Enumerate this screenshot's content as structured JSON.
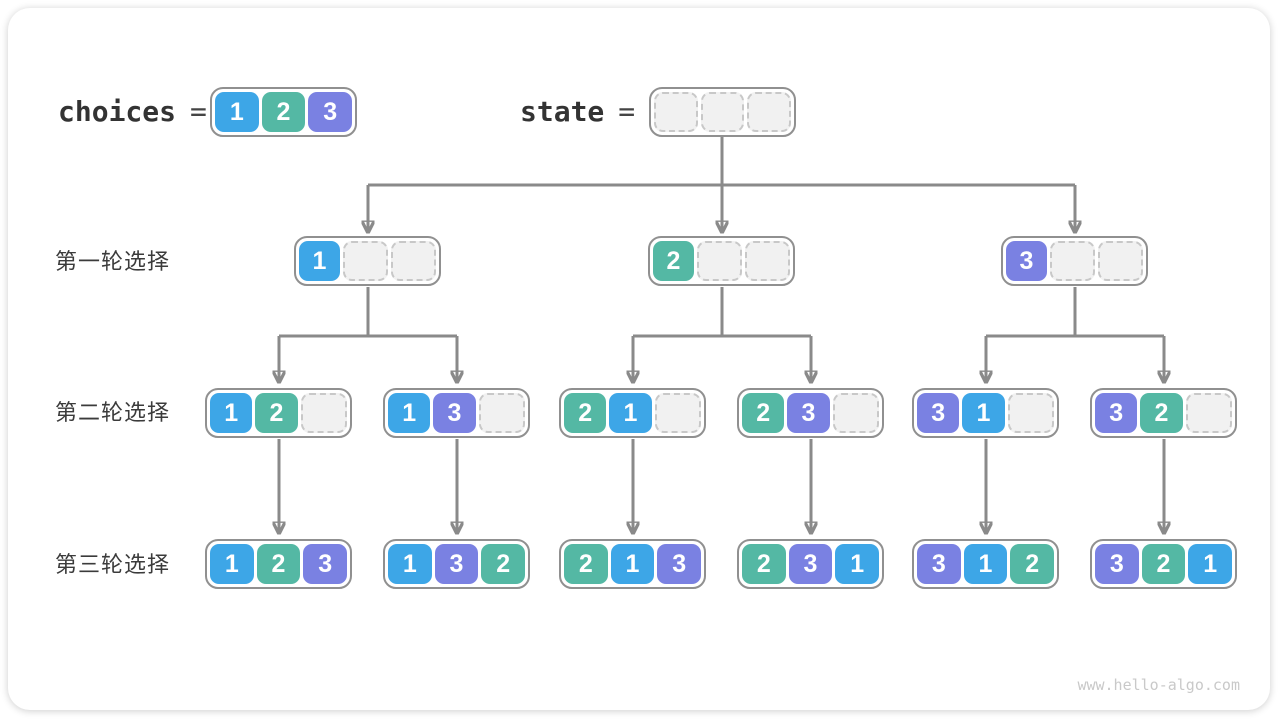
{
  "colors": {
    "v1": "#3da6e7",
    "v2": "#54b8a4",
    "v3": "#7a81e2",
    "arrow": "#8a8a8a",
    "boxBorder": "#909090",
    "emptyFill": "#f1f1f1",
    "emptyBorder": "#c8c8c8",
    "watermark": "#c9c9c9"
  },
  "header": {
    "choices_label": "choices",
    "choices_equals": "=",
    "choices": [
      "1",
      "2",
      "3"
    ],
    "state_label": "state",
    "state_equals": "=",
    "state": [
      "",
      "",
      ""
    ]
  },
  "rows": [
    {
      "label": "第一轮选择",
      "nodes": [
        [
          "1",
          "",
          ""
        ],
        [
          "2",
          "",
          ""
        ],
        [
          "3",
          "",
          ""
        ]
      ]
    },
    {
      "label": "第二轮选择",
      "nodes": [
        [
          "1",
          "2",
          ""
        ],
        [
          "1",
          "3",
          ""
        ],
        [
          "2",
          "1",
          ""
        ],
        [
          "2",
          "3",
          ""
        ],
        [
          "3",
          "1",
          ""
        ],
        [
          "3",
          "2",
          ""
        ]
      ]
    },
    {
      "label": "第三轮选择",
      "nodes": [
        [
          "1",
          "2",
          "3"
        ],
        [
          "1",
          "3",
          "2"
        ],
        [
          "2",
          "1",
          "3"
        ],
        [
          "2",
          "3",
          "1"
        ],
        [
          "3",
          "1",
          "2"
        ],
        [
          "3",
          "2",
          "1"
        ]
      ]
    }
  ],
  "footer": {
    "watermark": "www.hello-algo.com"
  }
}
